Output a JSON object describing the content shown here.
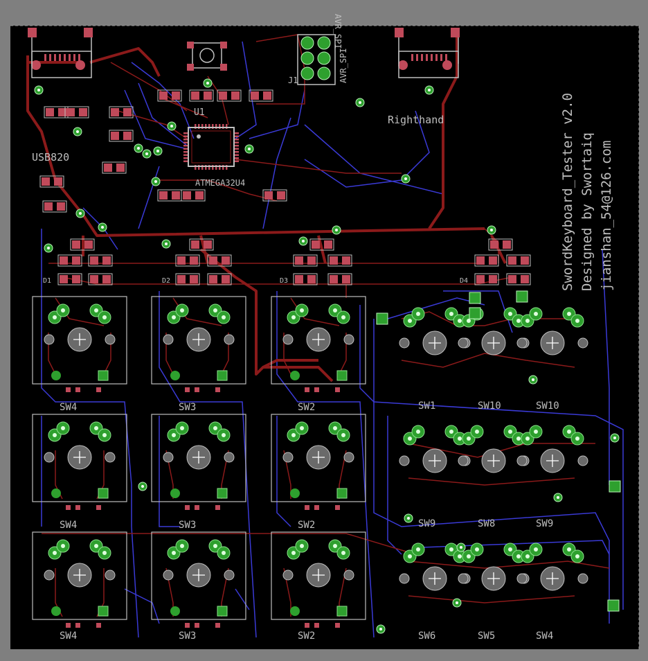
{
  "board": {
    "text_lines": [
      "SwordKeyboard_Tester v2.0",
      "Designed by Swortaiq",
      "jianshan_54@126.com"
    ],
    "label_right": "Righthand",
    "label_left": "USB820",
    "label_mcu": "ATMEGA32U4",
    "label_u1": "U1",
    "label_j1": "J1",
    "label_avr": "AVR_SPI",
    "label_top_vertical": "AVR_SPI",
    "diode_labels": [
      "D1",
      "D2",
      "D3",
      "D4"
    ],
    "switch_row1": [
      "SW4",
      "SW3",
      "SW2",
      "SW1",
      "SW10",
      "SW10"
    ],
    "switch_row2": [
      "SW4",
      "SW3",
      "SW2",
      "SW9",
      "SW8",
      "SW9"
    ],
    "switch_row3": [
      "SW4",
      "SW3",
      "SW2",
      "SW6",
      "SW5",
      "SW4"
    ]
  },
  "colors": {
    "background": "#000000",
    "frame": "#7f7f7f",
    "top_copper": "#8b1a1a",
    "bottom_copper": "#3a3ad6",
    "pad_green": "#2ea02e",
    "silkscreen": "#bfbfbf",
    "pad_top": "#c04a5a"
  }
}
